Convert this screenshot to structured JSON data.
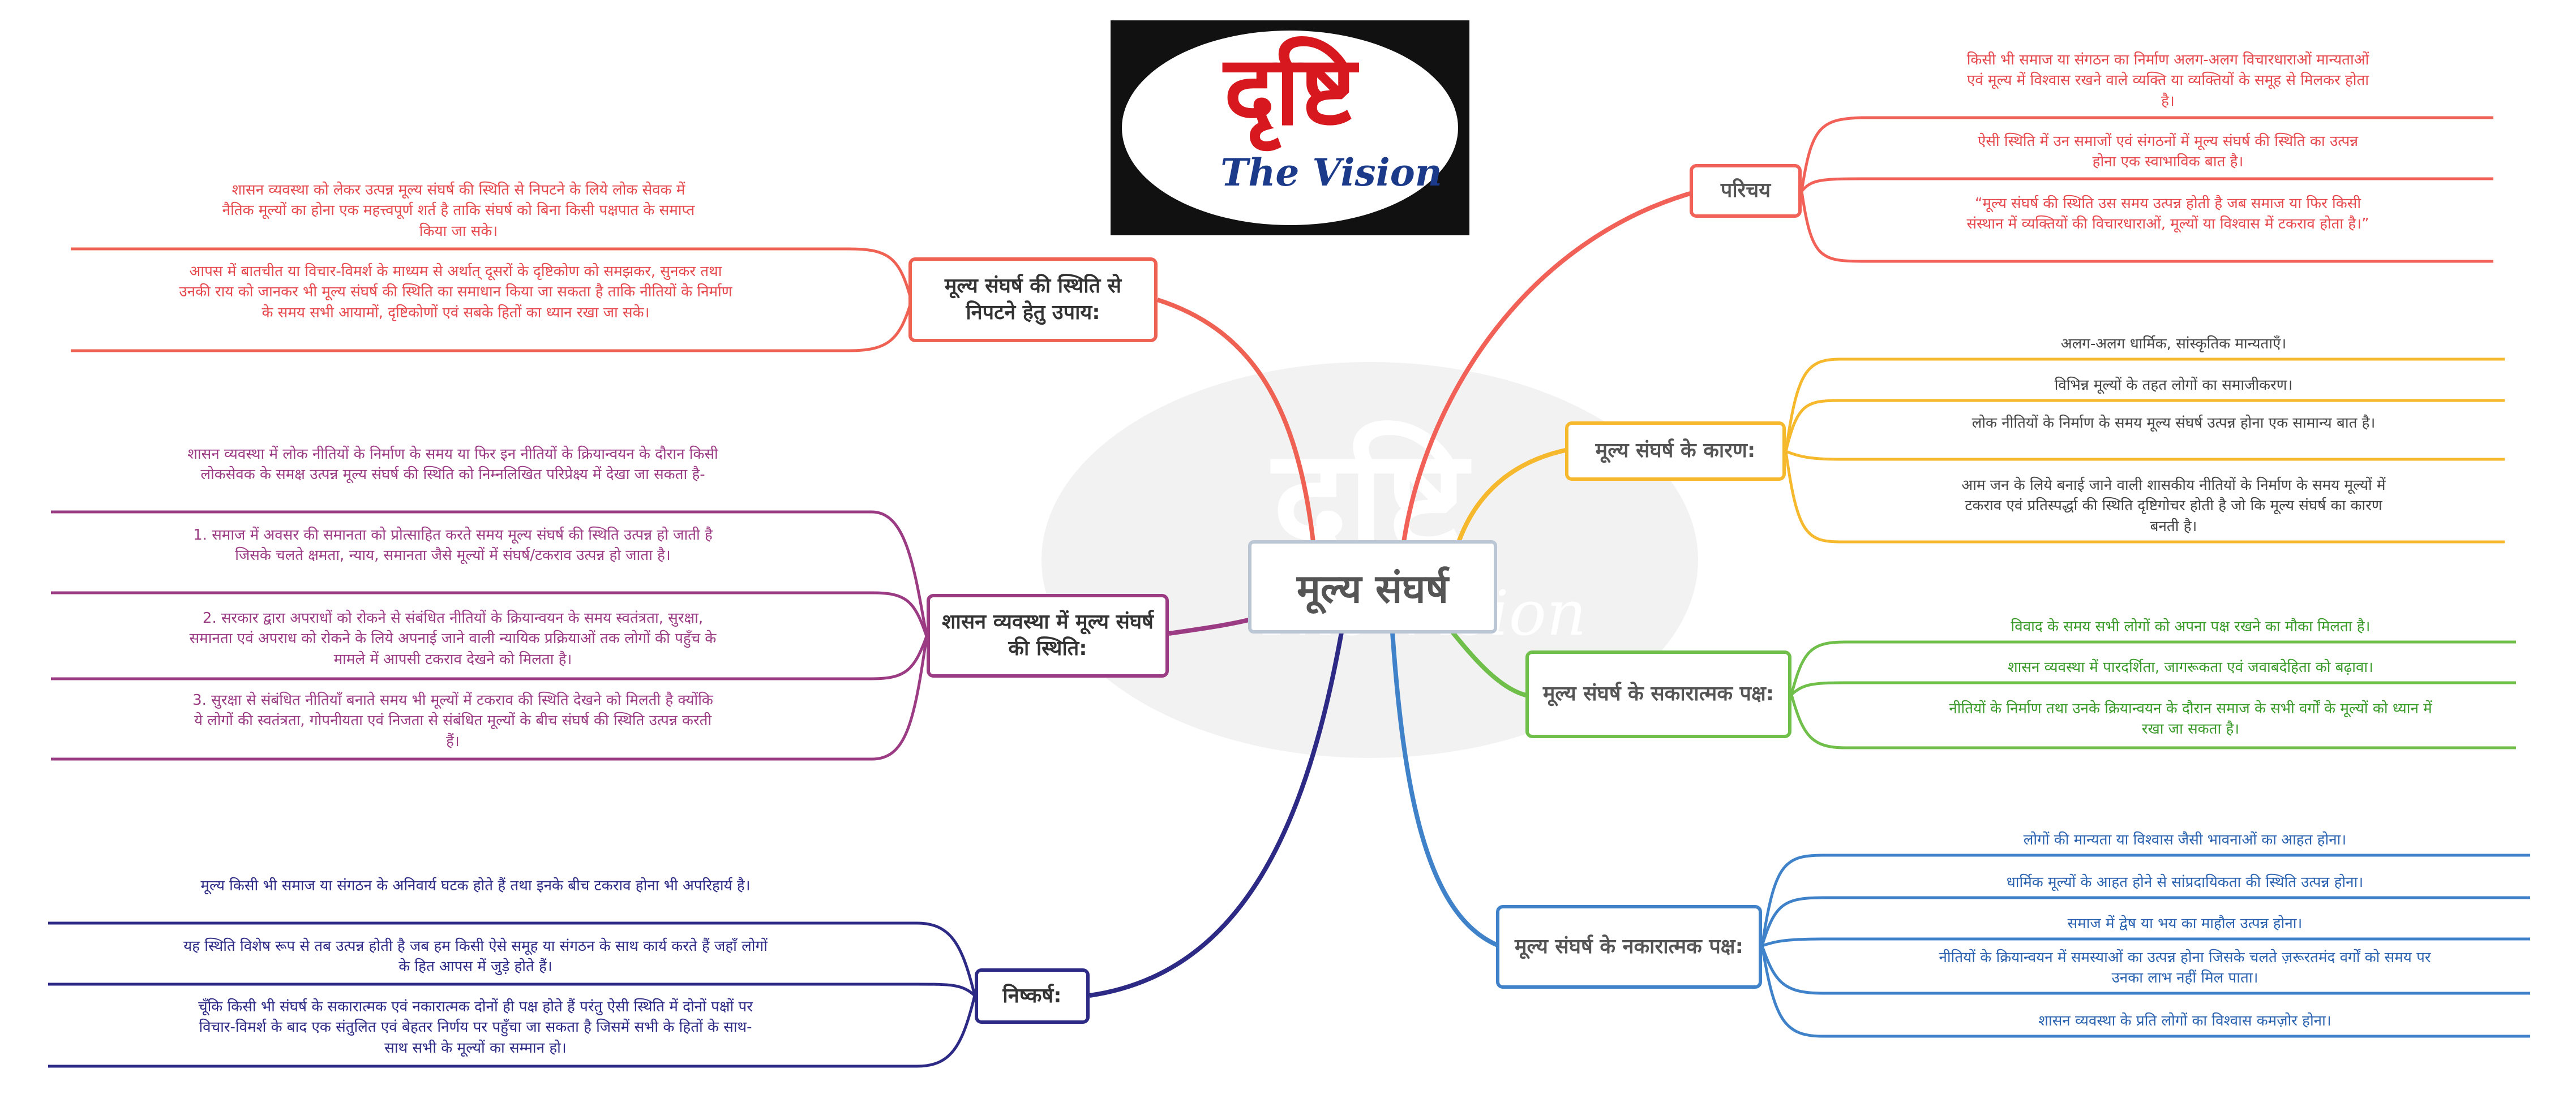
{
  "logo": {
    "main": "दृष्टि",
    "sub": "The Vision"
  },
  "watermark": {
    "main": "दृष्टि",
    "sub": "The Vision"
  },
  "center": "मूल्य संघर्ष",
  "colors": {
    "intro": "#f26157",
    "causes": "#f6b82c",
    "positive": "#6fbf4a",
    "negative": "#3f82c9",
    "remedies": "#ef6152",
    "governance": "#9b3b83",
    "conclusion": "#2d2a86"
  },
  "branches": {
    "intro": {
      "title": "परिचय",
      "items": [
        "किसी भी समाज या संगठन का निर्माण अलग-अलग विचारधाराओं मान्यताओं एवं मूल्य में विश्वास रखने वाले व्यक्ति या व्यक्तियों के समूह से मिलकर होता है।",
        "ऐसी स्थिति में उन समाजों एवं संगठनों में मूल्य संघर्ष की स्थिति का उत्पन्न होना एक स्वाभाविक बात है।",
        "“मूल्य संघर्ष की स्थिति उस समय उत्पन्न होती है जब समाज या फिर किसी संस्थान में व्यक्तियों की विचारधाराओं, मूल्यों या विश्वास में टकराव होता है।”"
      ]
    },
    "causes": {
      "title": "मूल्य संघर्ष के कारण:",
      "items": [
        "अलग-अलग धार्मिक, सांस्कृतिक मान्यताएँ।",
        "विभिन्न मूल्यों के तहत लोगों का समाजीकरण।",
        "लोक नीतियों के निर्माण के समय मूल्य संघर्ष उत्पन्न होना एक सामान्य बात है।",
        "आम जन के लिये बनाई जाने वाली शासकीय नीतियों के निर्माण के समय मूल्यों में टकराव एवं प्रतिस्पर्द्धा की स्थिति दृष्टिगोचर होती है जो कि मूल्य संघर्ष का कारण बनती है।"
      ]
    },
    "positive": {
      "title": "मूल्य संघर्ष के सकारात्मक पक्ष:",
      "items": [
        "विवाद के समय सभी लोगों को अपना पक्ष रखने का मौका मिलता है।",
        "शासन व्यवस्था में पारदर्शिता, जागरूकता एवं जवाबदेहिता को बढ़ावा।",
        "नीतियों के निर्माण तथा उनके क्रियान्वयन के दौरान समाज के सभी वर्गों के मूल्यों को ध्यान में रखा जा सकता है।"
      ]
    },
    "negative": {
      "title": "मूल्य संघर्ष के नकारात्मक पक्ष:",
      "items": [
        "लोगों की मान्यता या विश्वास जैसी भावनाओं का आहत होना।",
        "धार्मिक मूल्यों के आहत होने से सांप्रदायिकता की स्थिति उत्पन्न होना।",
        "समाज में द्वेष या भय का माहौल उत्पन्न होना।",
        "नीतियों के क्रियान्वयन में समस्याओं का उत्पन्न होना जिसके चलते ज़रूरतमंद वर्गों को समय पर उनका लाभ नहीं मिल पाता।",
        "शासन व्यवस्था के प्रति लोगों का विश्वास कमज़ोर होना।"
      ]
    },
    "remedies": {
      "title": "मूल्य संघर्ष की स्थिति से निपटने हेतु उपाय:",
      "items": [
        "शासन व्यवस्था को लेकर उत्पन्न मूल्य संघर्ष की स्थिति से निपटने के लिये लोक सेवक में नैतिक मूल्यों का होना एक महत्त्वपूर्ण शर्त है ताकि संघर्ष को बिना किसी पक्षपात के समाप्त किया जा सके।",
        "आपस में बातचीत या विचार-विमर्श के माध्यम से अर्थात् दूसरों के दृष्टिकोण को समझकर, सुनकर तथा उनकी राय को जानकर भी मूल्य संघर्ष की स्थिति का समाधान किया जा सकता है ताकि नीतियों के निर्माण के समय सभी आयामों, दृष्टिकोणों एवं सबके हितों का ध्यान रखा जा सके।"
      ]
    },
    "governance": {
      "title": "शासन व्यवस्था में मूल्य संघर्ष की स्थिति:",
      "items": [
        "शासन व्यवस्था में लोक नीतियों के निर्माण के समय या फिर इन नीतियों के क्रियान्वयन के दौरान किसी लोकसेवक के समक्ष उत्पन्न मूल्य संघर्ष की स्थिति को निम्नलिखित परिप्रेक्ष्य में देखा जा सकता है-",
        "1. समाज में अवसर की समानता को प्रोत्साहित करते समय मूल्य संघर्ष की स्थिति उत्पन्न हो जाती है जिसके चलते क्षमता, न्याय, समानता जैसे मूल्यों में संघर्ष/टकराव उत्पन्न हो जाता है।",
        "2. सरकार द्वारा अपराधों को रोकने से संबंधित नीतियों के क्रियान्वयन के समय स्वतंत्रता, सुरक्षा, समानता एवं अपराध को रोकने के लिये अपनाई जाने वाली न्यायिक प्रक्रियाओं तक लोगों की पहुँच के मामले में आपसी टकराव देखने को मिलता है।",
        "3. सुरक्षा से संबंधित नीतियाँ बनाते समय भी मूल्यों में टकराव की स्थिति देखने को मिलती है क्योंकि ये लोगों की स्वतंत्रता, गोपनीयता एवं निजता से संबंधित मूल्यों के बीच संघर्ष की स्थिति उत्पन्न करती हैं।"
      ]
    },
    "conclusion": {
      "title": "निष्कर्ष:",
      "items": [
        "मूल्य किसी भी समाज या संगठन के अनिवार्य घटक होते हैं तथा इनके बीच टकराव होना भी अपरिहार्य है।",
        "यह स्थिति विशेष रूप से तब उत्पन्न होती है जब हम किसी ऐसे समूह या संगठन के साथ कार्य करते हैं जहाँ लोगों के हित आपस में जुड़े होते हैं।",
        "चूँकि किसी भी संघर्ष के सकारात्मक एवं नकारात्मक दोनों ही पक्ष होते हैं परंतु ऐसी स्थिति में दोनों पक्षों पर विचार-विमर्श के बाद एक संतुलित एवं बेहतर निर्णय पर पहुँचा जा सकता है जिसमें सभी के हितों के साथ-साथ सभी के मूल्यों का सम्मान हो।"
      ]
    }
  }
}
